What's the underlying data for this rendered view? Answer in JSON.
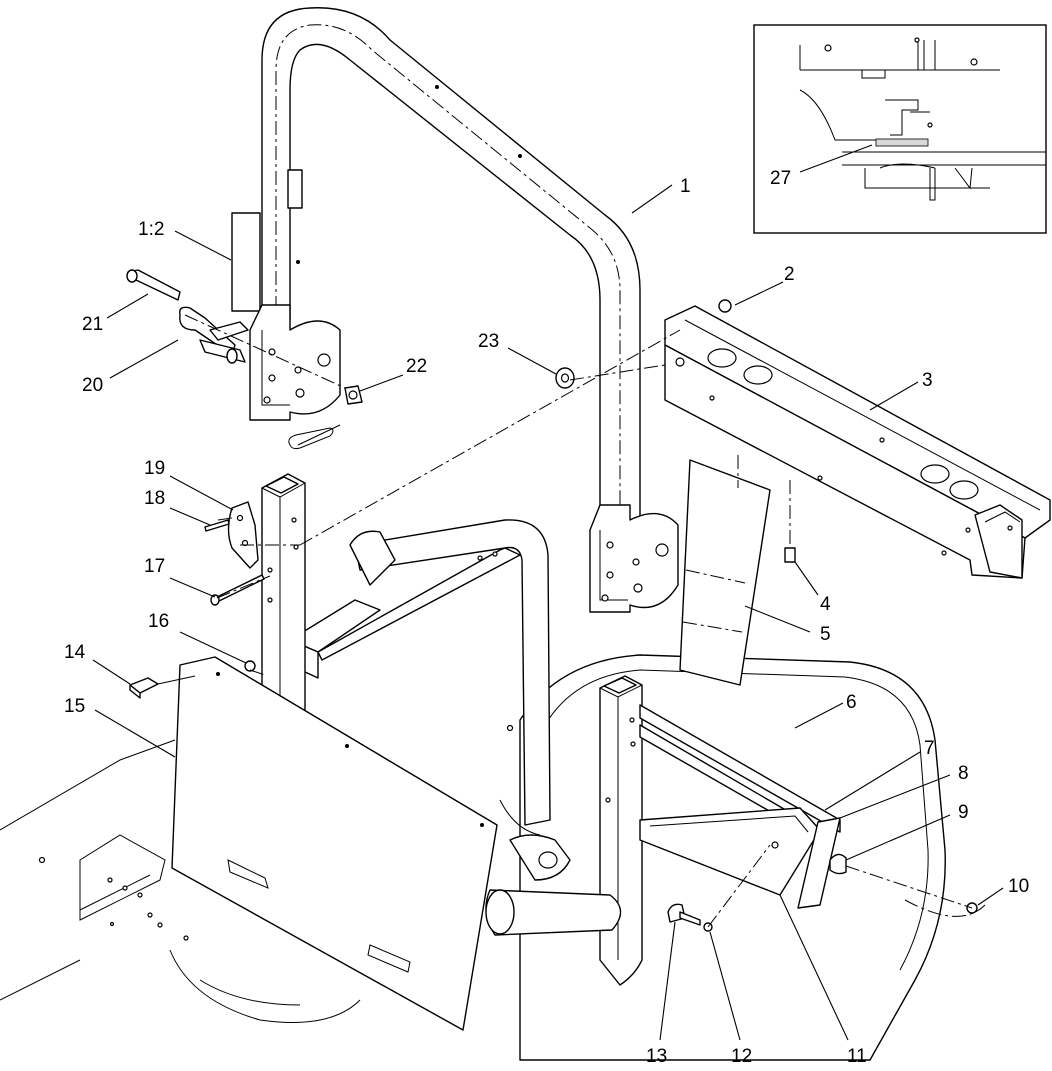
{
  "callouts": {
    "c1": "1",
    "c1_2": "1:2",
    "c2": "2",
    "c3": "3",
    "c4": "4",
    "c5": "5",
    "c6": "6",
    "c7": "7",
    "c8": "8",
    "c9": "9",
    "c10": "10",
    "c11": "11",
    "c12": "12",
    "c13": "13",
    "c14": "14",
    "c15": "15",
    "c16": "16",
    "c17": "17",
    "c18": "18",
    "c19": "19",
    "c20": "20",
    "c21": "21",
    "c22": "22",
    "c23": "23",
    "c27": "27"
  }
}
